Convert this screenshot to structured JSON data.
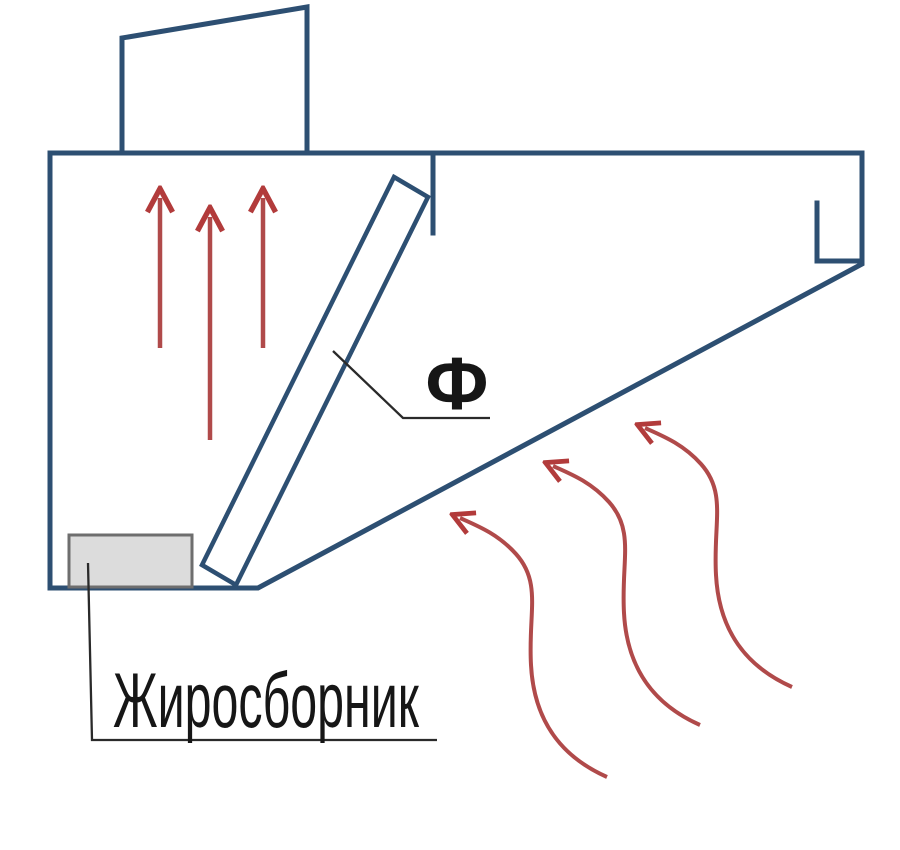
{
  "diagram": {
    "labels": {
      "filter": "Ф",
      "grease_collector": "Жиросборник"
    },
    "airflow": {
      "exhaust_arrows_up_count": 3,
      "intake_arrows_curved_count": 3
    },
    "colors": {
      "background": "#ffffff",
      "outline": "#2d4f72",
      "arrow_shaft": "#b04a4a",
      "arrow_head": "#b23b3b",
      "leader": "#2a2a2a",
      "tray_fill": "#dcdcdc",
      "tray_stroke": "#6e6e6e",
      "label_text": "#161616"
    }
  }
}
